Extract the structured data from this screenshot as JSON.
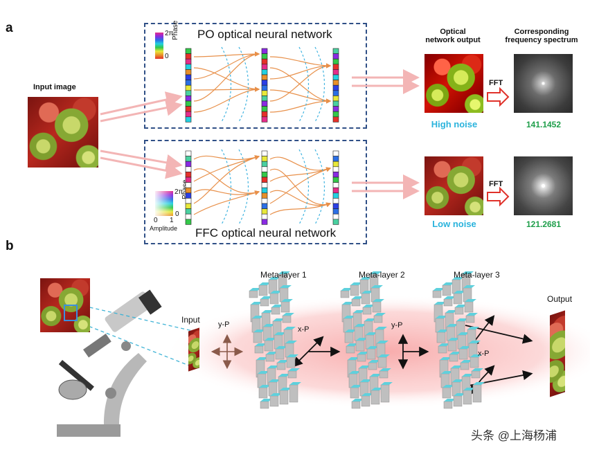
{
  "panel_a": {
    "letter": "a",
    "input_image_label": "Input image",
    "po_title": "PO optical neural network",
    "ffc_title": "FFC optical neural network",
    "phase_label": "Phase",
    "phase_max": "2π",
    "phase_min": "0",
    "amplitude_label": "Amplitude",
    "amp_min": "0",
    "amp_max": "1",
    "output_header": "Optical\nnetwork output",
    "spectrum_header": "Corresponding\nfrequency spectrum",
    "fft_label": "FFT",
    "high_noise": "High noise",
    "low_noise": "Low noise",
    "high_value": "141.1452",
    "low_value": "121.2681"
  },
  "panel_b": {
    "letter": "b",
    "input_label": "Input",
    "output_label": "Output",
    "meta1": "Meta-layer 1",
    "meta2": "Meta-layer 2",
    "meta3": "Meta-layer 3",
    "pol_yp": "y-P",
    "pol_xp": "x-P"
  },
  "watermark": "头条 @上海杨浦",
  "colors": {
    "dash_border": "#2f4f86",
    "cyan_text": "#2ab3dc",
    "green_text": "#1e9e4a",
    "arrow_pink": "#f3b5b5",
    "ray_orange": "#e8904a",
    "beam_pink": "#f7a8a8",
    "metal_cyan": "#5fd0dc"
  }
}
